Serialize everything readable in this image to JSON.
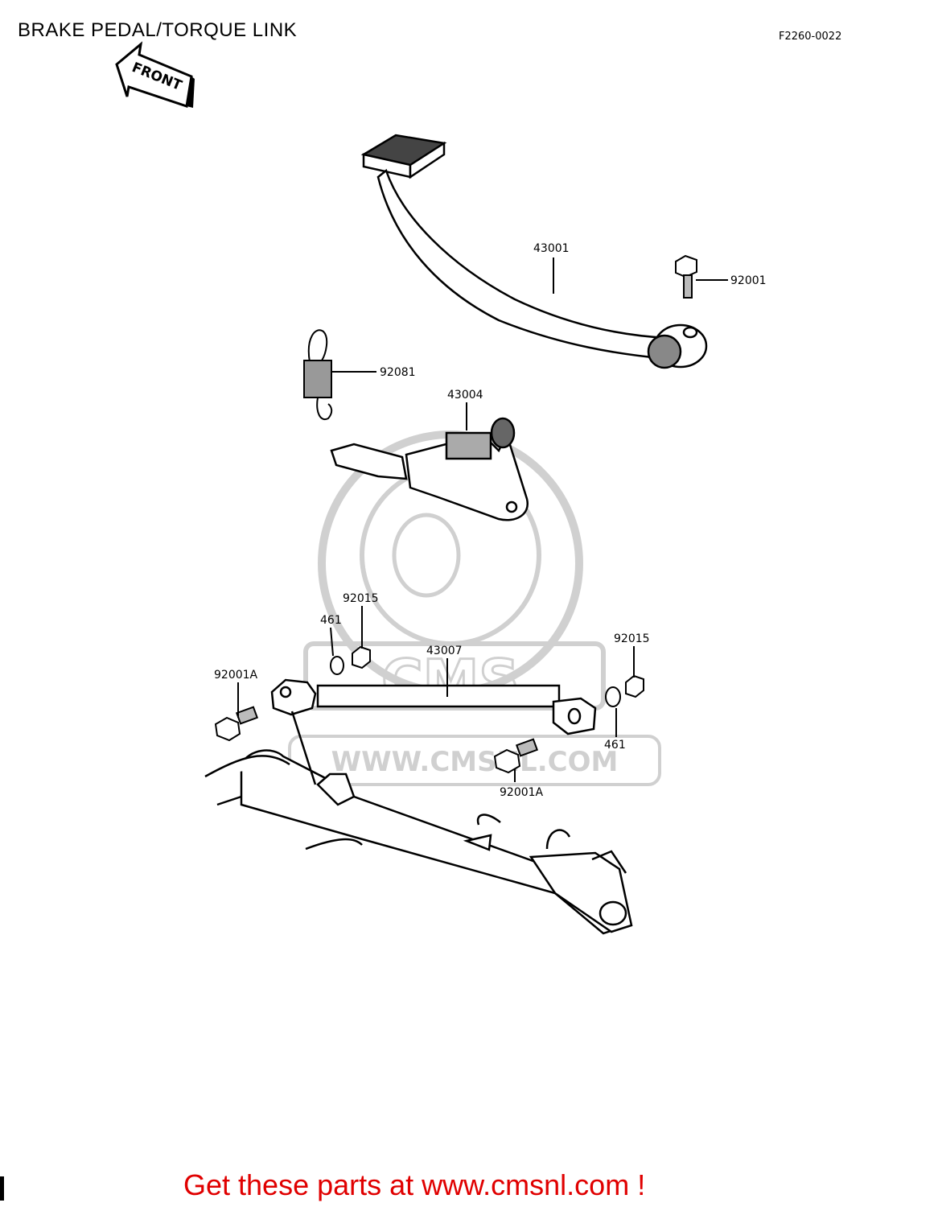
{
  "header": {
    "title": "BRAKE PEDAL/TORQUE LINK",
    "figure_code": "F2260-0022"
  },
  "front_arrow": {
    "text": "FRONT",
    "icon": "front-arrow-icon"
  },
  "parts": {
    "p43001": "43001",
    "p92001": "92001",
    "p92081": "92081",
    "p43004": "43004",
    "p92015_left": "92015",
    "p461_left": "461",
    "p43007": "43007",
    "p92015_right": "92015",
    "p92001A_left": "92001A",
    "p461_right": "461",
    "p92001A_bottom": "92001A"
  },
  "watermark": {
    "logo": "CMS",
    "url": "WWW.CMSNL.COM"
  },
  "footer": {
    "text": "Get these parts at www.cmsnl.com !",
    "color": "#e00000"
  }
}
